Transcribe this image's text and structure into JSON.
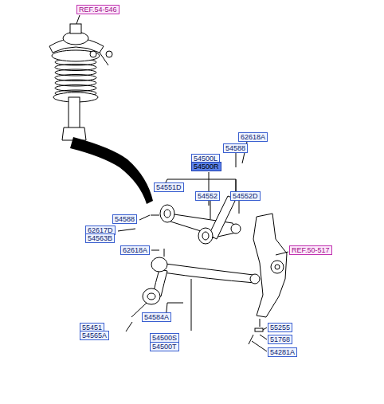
{
  "diagram": {
    "labels": [
      "REF.54-546",
      "62618A",
      "54588",
      "54500L",
      "54500R",
      "54551D",
      "54552",
      "54552D",
      "54588",
      "62617D",
      "54563B",
      "62618A",
      "REF.50-517",
      "54584A",
      "55451",
      "54565A",
      "55255",
      "54500S",
      "54500T",
      "51768",
      "54281A"
    ]
  }
}
